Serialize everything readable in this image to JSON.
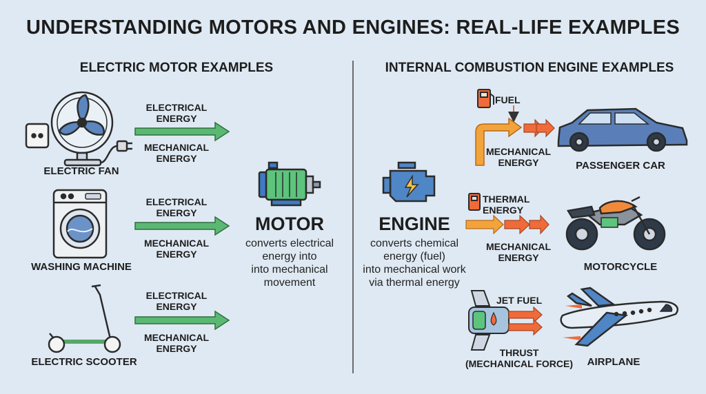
{
  "title": "UNDERSTANDING MOTORS AND ENGINES: REAL-LIFE EXAMPLES",
  "left": {
    "heading": "ELECTRIC MOTOR EXAMPLES",
    "examples": [
      {
        "name": "ELECTRIC FAN",
        "input": "ELECTRICAL\nENERGY",
        "output": "MECHANICAL\nENERGY"
      },
      {
        "name": "WASHING MACHINE",
        "input": "ELECTRICAL\nENERGY",
        "output": "MECHANICAL\nENERGY"
      },
      {
        "name": "ELECTRIC SCOOTER",
        "input": "ELECTRICAL\nENERGY",
        "output": "MECHANICAL\nENERGY"
      }
    ]
  },
  "motor": {
    "label": "MOTOR",
    "description": "converts electrical\nenergy into\ninto mechanical\nmovement"
  },
  "engine": {
    "label": "ENGINE",
    "description": "converts chemical\nenergy (fuel)\ninto mechanical work\nvia thermal energy"
  },
  "right": {
    "heading": "INTERNAL COMBUSTION ENGINE EXAMPLES",
    "examples": [
      {
        "name": "PASSENGER CAR",
        "input": "FUEL",
        "output": "MECHANICAL\nENERGY"
      },
      {
        "name": "MOTORCYCLE",
        "input": "THERMAL\nENERGY",
        "output": "MECHANICAL\nENERGY"
      },
      {
        "name": "AIRPLANE",
        "input": "JET FUEL",
        "output": "THRUST\n(MECHANICAL FORCE)"
      }
    ]
  },
  "colors": {
    "background": "#dfe9f3",
    "electric_arrow": "#5ab872",
    "combustion_arrow": "#ef6b3a",
    "motor_green": "#5cc47c",
    "engine_blue": "#4f86c6",
    "car_blue": "#5a7fb8",
    "moto_orange": "#f08a3a"
  }
}
